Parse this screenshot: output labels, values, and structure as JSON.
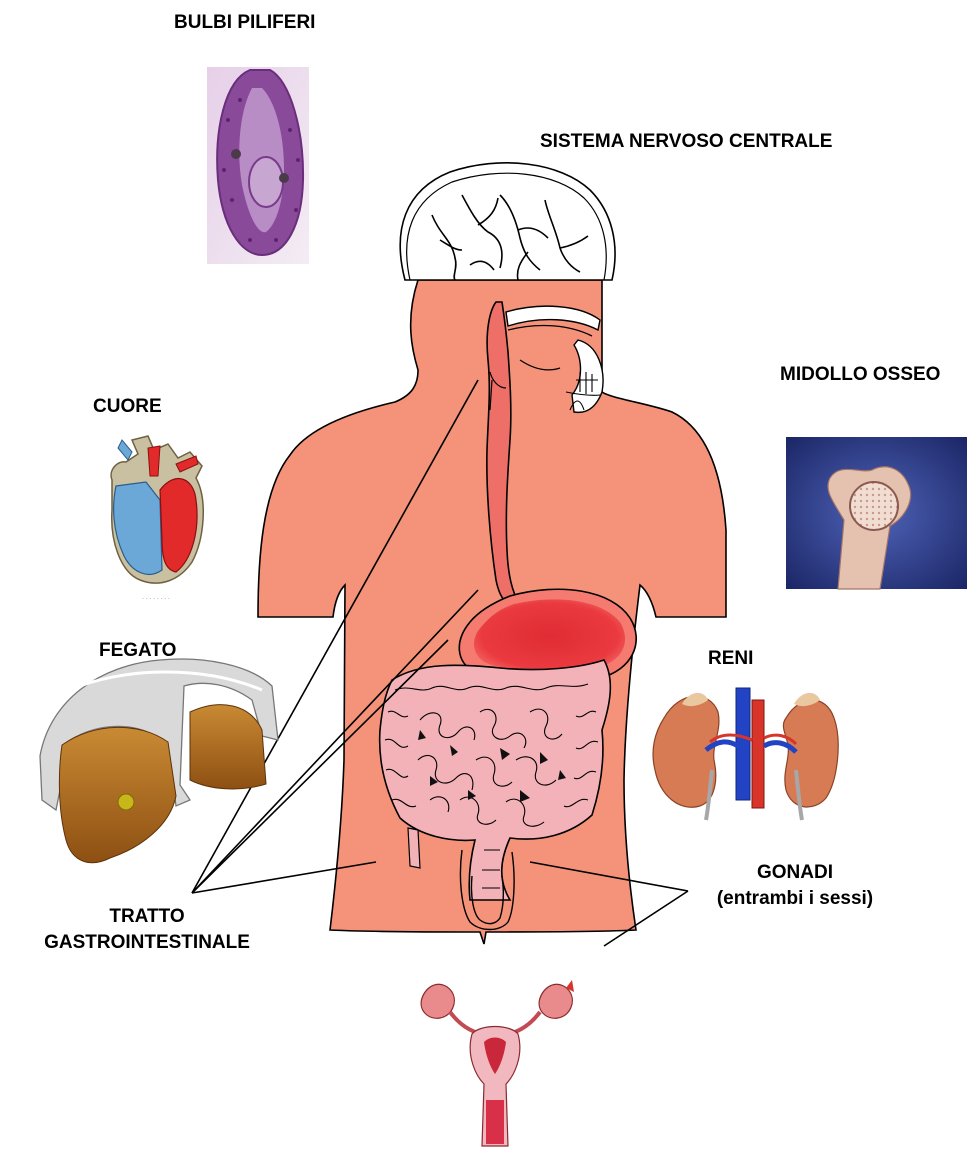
{
  "labels": {
    "hair_bulbs": "BULBI PILIFERI",
    "cns": "SISTEMA NERVOSO CENTRALE",
    "bone_marrow": "MIDOLLO OSSEO",
    "heart": "CUORE",
    "liver": "FEGATO",
    "kidneys": "RENI",
    "gonads_line1": "GONADI",
    "gonads_line2": "(entrambi i sessi)",
    "gi_line1": "TRATTO",
    "gi_line2": "GASTROINTESTINALE"
  },
  "colors": {
    "body_skin": "#F49379",
    "stomach": "#E8363C",
    "intestine": "#F3B2B8",
    "liver": "#B06A1E",
    "bone_marrow_bg": "#2B3A86",
    "kidney": "#D77B55",
    "vein": "#2243C4",
    "artery": "#D8342A",
    "hair_stain": "#8A4A9A"
  },
  "icons": [
    "hair-follicle-image",
    "brain-icon",
    "skull-icon",
    "heart-image",
    "liver-image",
    "femur-bone-image",
    "kidneys-image",
    "uterus-image"
  ]
}
